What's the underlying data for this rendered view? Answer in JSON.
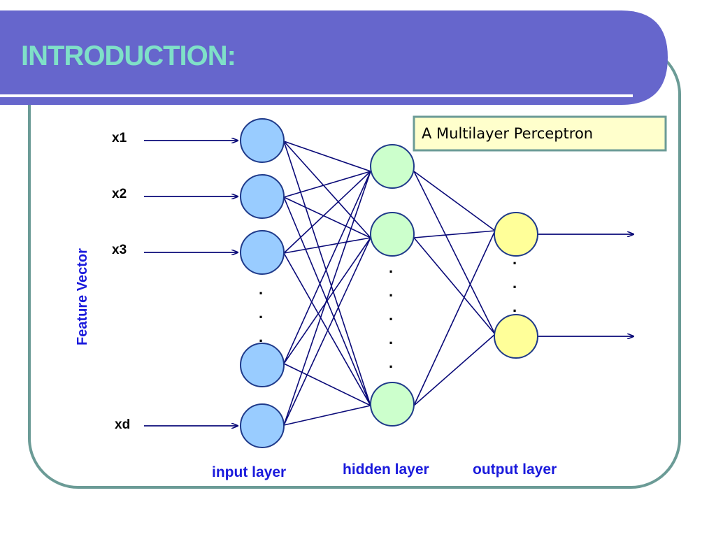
{
  "title": "INTRODUCTION:",
  "diagram": {
    "caption": "A Multilayer Perceptron",
    "side_label": "Feature Vector",
    "inputs": [
      "x1",
      "x2",
      "x3",
      "xd"
    ],
    "ellipsis": ".",
    "layers": {
      "input": "input layer",
      "hidden": "hidden layer",
      "output": "output layer"
    },
    "colors": {
      "header": "#6666cc",
      "frame": "#6b9b96",
      "input_node": "#99ccff",
      "hidden_node": "#ccffcc",
      "output_node": "#ffff99",
      "edge": "#0a0a78",
      "layer_label": "#1a1adc",
      "caption_box": "#ffffcc"
    }
  }
}
